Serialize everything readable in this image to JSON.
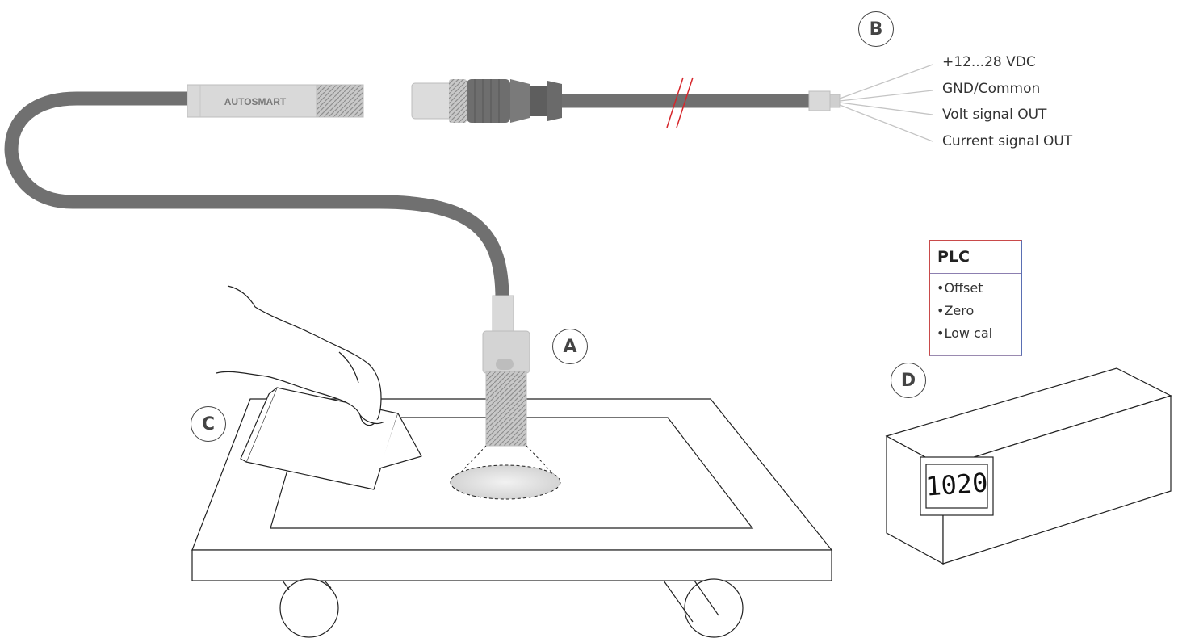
{
  "sensor": {
    "brand_label": "AUTOSMART"
  },
  "wires": [
    {
      "label": "+12...28 VDC"
    },
    {
      "label": "GND/Common"
    },
    {
      "label": "Volt signal OUT"
    },
    {
      "label": "Current signal OUT"
    }
  ],
  "callouts": {
    "a": "A",
    "b": "B",
    "c": "C",
    "d": "D"
  },
  "plc": {
    "title": "PLC",
    "items": [
      "Offset",
      "Zero",
      "Low cal"
    ]
  },
  "display": {
    "reading": "1020"
  },
  "colors": {
    "cable": "#707070",
    "sensor_body": "#d9d9d9",
    "plc_red": "#c94a4a",
    "plc_blue": "#5a6fb3",
    "laser_mark": "#d6262b"
  }
}
